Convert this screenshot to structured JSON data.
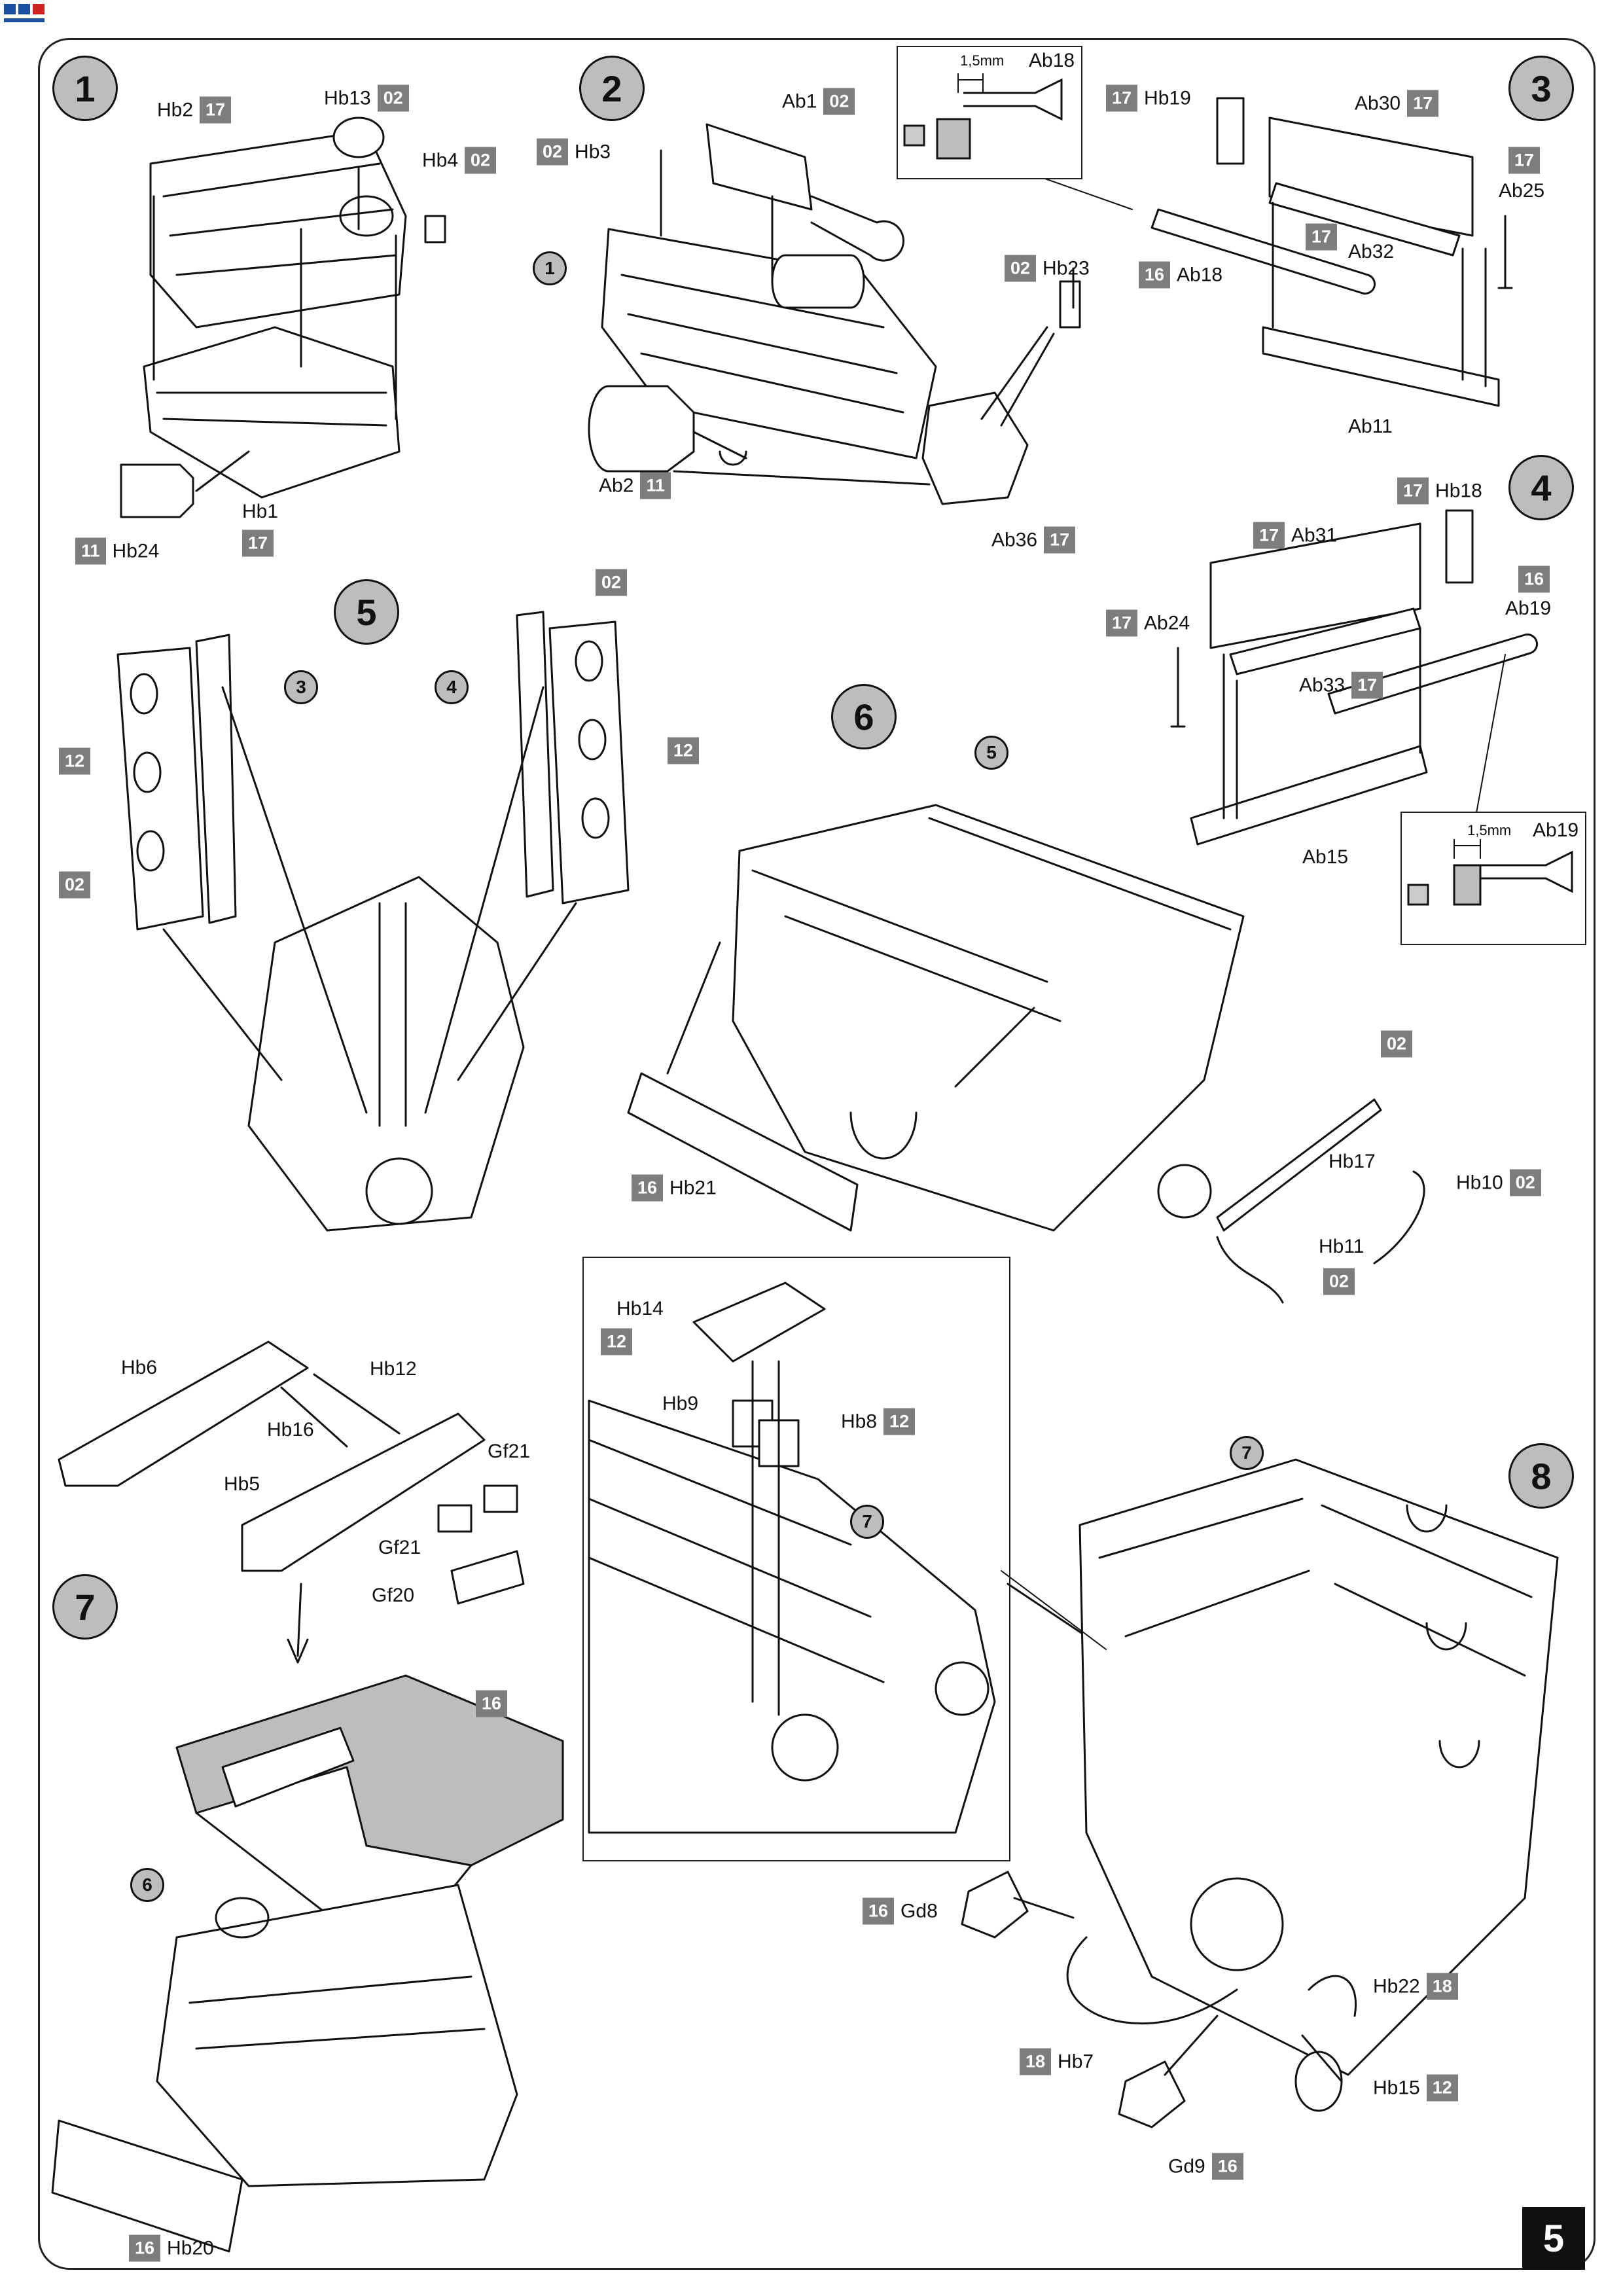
{
  "page": {
    "number": "5"
  },
  "steps": [
    {
      "id": "step-1",
      "label": "1"
    },
    {
      "id": "step-2",
      "label": "2"
    },
    {
      "id": "step-3",
      "label": "3"
    },
    {
      "id": "step-4",
      "label": "4"
    },
    {
      "id": "step-5",
      "label": "5"
    },
    {
      "id": "step-6",
      "label": "6"
    },
    {
      "id": "step-7",
      "label": "7"
    },
    {
      "id": "step-8",
      "label": "8"
    }
  ],
  "refs": {
    "s2_ref1": "1",
    "s5_ref3": "3",
    "s5_ref4": "4",
    "s6_ref5": "5",
    "s7_ref6": "6",
    "s8_ref7": "7",
    "detail_ref7": "7"
  },
  "labels": {
    "hb2": "Hb2",
    "hb13": "Hb13",
    "hb4": "Hb4",
    "hb1": "Hb1",
    "hb24": "Hb24",
    "hb3": "Hb3",
    "ab1": "Ab1",
    "hb23": "Hb23",
    "ab2": "Ab2",
    "ab36": "Ab36",
    "ab18_inset": "Ab18",
    "hb19": "Hb19",
    "ab30": "Ab30",
    "ab25": "Ab25",
    "ab32": "Ab32",
    "ab18": "Ab18",
    "ab11": "Ab11",
    "hb18": "Hb18",
    "ab31": "Ab31",
    "ab19": "Ab19",
    "ab24": "Ab24",
    "ab33": "Ab33",
    "ab15": "Ab15",
    "ab19_inset": "Ab19",
    "hb21": "Hb21",
    "hb17": "Hb17",
    "hb10": "Hb10",
    "hb11": "Hb11",
    "hb6": "Hb6",
    "hb12": "Hb12",
    "hb16": "Hb16",
    "gf21a": "Gf21",
    "hb5": "Hb5",
    "gf21b": "Gf21",
    "gf20": "Gf20",
    "hb20": "Hb20",
    "hb14": "Hb14",
    "hb9": "Hb9",
    "hb8": "Hb8",
    "gd8": "Gd8",
    "hb22": "Hb22",
    "hb7": "Hb7",
    "hb15": "Hb15",
    "gd9": "Gd9"
  },
  "codes": {
    "hb2": "17",
    "hb13": "02",
    "hb4": "02",
    "hb1": "17",
    "hb24": "11",
    "hb3": "02",
    "ab1": "02",
    "hb23": "02",
    "ab2": "11",
    "ab36": "17",
    "hb19": "17",
    "ab30": "17",
    "ab25": "17",
    "ab32": "17",
    "ab18": "16",
    "hb18": "17",
    "ab31": "17",
    "ab19": "16",
    "ab24": "17",
    "ab33": "17",
    "s5_left12": "12",
    "s5_left02": "02",
    "s5_right02": "02",
    "s5_right12": "12",
    "hb21": "16",
    "s6_02": "02",
    "hb10": "02",
    "hb11": "02",
    "s7_16": "16",
    "hb20": "16",
    "hb14": "12",
    "hb8": "12",
    "gd8": "16",
    "hb22": "18",
    "hb7": "18",
    "hb15": "12",
    "gd9": "16"
  },
  "dims": {
    "inset3": "1,5mm",
    "inset4": "1,5mm"
  }
}
